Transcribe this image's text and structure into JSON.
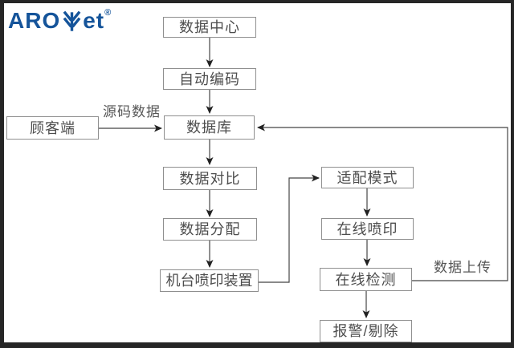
{
  "logo": {
    "part1": "ARO",
    "part2": "et",
    "registered": "®",
    "brand_color": "#15549a",
    "icon": "leaf-icon"
  },
  "flowchart": {
    "nodes": {
      "data_center": "数据中心",
      "auto_encoding": "自动编码",
      "customer": "顾客端",
      "database": "数据库",
      "data_comparison": "数据对比",
      "data_distribution": "数据分配",
      "machine_printing": "机台喷印装置",
      "adaptation_mode": "适配模式",
      "online_printing": "在线喷印",
      "online_detection": "在线检测",
      "alarm_rejection": "报警/剔除"
    },
    "edge_labels": {
      "source_data": "源码数据",
      "data_upload": "数据上传"
    },
    "colors": {
      "box_border": "#8f8f8f",
      "node_text": "#4d4d4d",
      "line": "#454545",
      "arrowhead": "#222222",
      "frame": "#262626",
      "background": "#ffffff"
    }
  }
}
